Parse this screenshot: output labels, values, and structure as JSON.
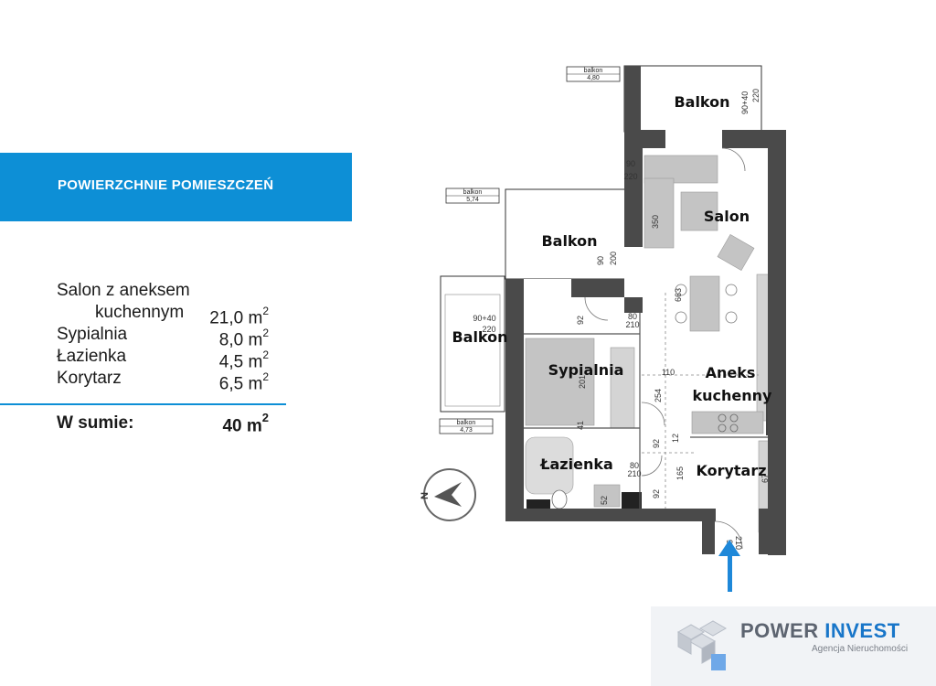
{
  "header": {
    "title": "POWIERZCHNIE POMIESZCZEŃ"
  },
  "rooms": [
    {
      "name_line1": "Salon z aneksem",
      "name_line2": "kuchennym",
      "value": "21,0 m",
      "unit_sup": "2"
    },
    {
      "name": "Sypialnia",
      "value": "8,0 m",
      "unit_sup": "2"
    },
    {
      "name": "Łazienka",
      "value": "4,5 m",
      "unit_sup": "2"
    },
    {
      "name": "Korytarz",
      "value": "6,5 m",
      "unit_sup": "2"
    }
  ],
  "total": {
    "label": "W sumie:",
    "value": "40 m",
    "unit_sup": "2"
  },
  "plan": {
    "labels": {
      "balkon_top": "Balkon",
      "balkon_mid": "Balkon",
      "balkon_left": "Balkon",
      "salon": "Salon",
      "sypialnia": "Sypialnia",
      "aneks_1": "Aneks",
      "aneks_2": "kuchenny",
      "lazienka": "Łazienka",
      "korytarz": "Korytarz"
    },
    "tags": [
      {
        "title": "balkon",
        "value": "4,80"
      },
      {
        "title": "balkon",
        "value": "5,74"
      },
      {
        "title": "balkon",
        "value": "4,73"
      }
    ],
    "dims": {
      "d1": "90",
      "d2": "220",
      "d3": "350",
      "d4": "90",
      "d5": "200",
      "d6": "90+40",
      "d7": "220",
      "d8": "80",
      "d9": "210",
      "d10": "92",
      "d11": "663",
      "d12": "110",
      "d13": "254",
      "d14": "201",
      "d15": "92",
      "d16": "80",
      "d17": "210",
      "d18": "165",
      "d19": "52",
      "d20": "90",
      "d21": "210",
      "d22": "92",
      "d23": "41",
      "d24": "12",
      "d25": "67",
      "d26": "90+40",
      "d27": "220"
    },
    "compass_letter": "N",
    "colors": {
      "wall": "#4a4a4a",
      "furniture": "#c4c4c4",
      "entrance_arrow": "#1e88d9"
    }
  },
  "logo": {
    "name_part1": "POWER",
    "name_part2": "INVEST",
    "tagline": "Agencja Nieruchomości"
  }
}
